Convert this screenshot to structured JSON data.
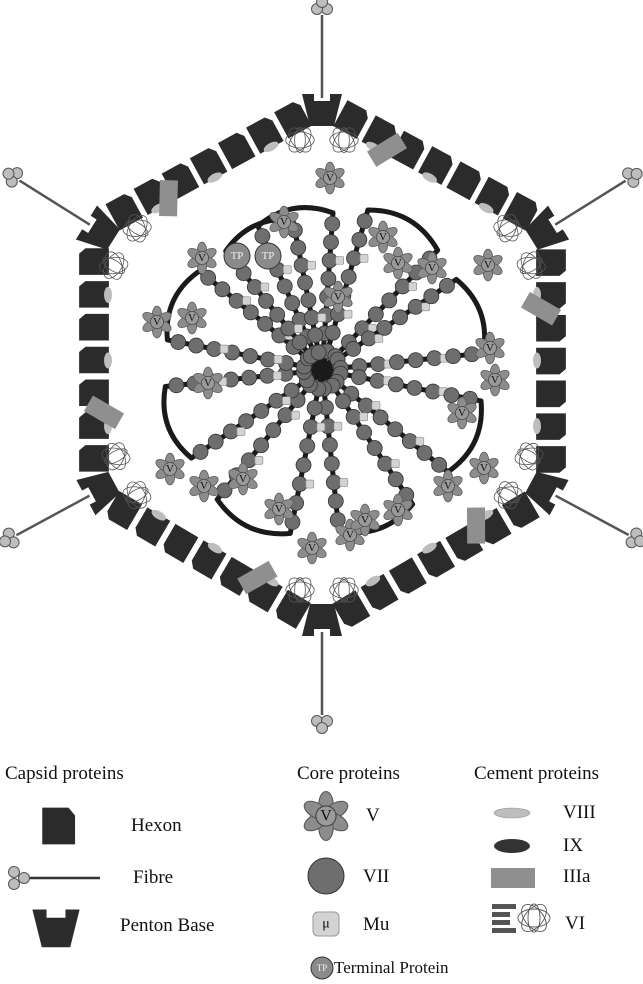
{
  "diagram": {
    "colors": {
      "dark": "#2b2b2b",
      "core_circle": "#6e6e6e",
      "protein_v": "#8c8c8c",
      "mu": "#d3d3d3",
      "tp": "#8a8a8a",
      "iiia": "#8f8f8f",
      "viii": "#bdbdbd",
      "vi_lines": "#555555",
      "fibre_knob": "#bdbdbd"
    },
    "labels": {
      "v_symbol": "V",
      "tp_symbol": "TP",
      "mu_symbol": "μ"
    }
  },
  "legend": {
    "capsid_heading": "Capsid proteins",
    "core_heading": "Core proteins",
    "cement_heading": "Cement proteins",
    "hexon": "Hexon",
    "fibre": "Fibre",
    "penton_base": "Penton Base",
    "v": "V",
    "vii": "VII",
    "mu": "Mu",
    "terminal_protein": "Terminal Protein",
    "viii": "VIII",
    "ix": "IX",
    "iiia": "IIIa",
    "vi": "VI"
  }
}
